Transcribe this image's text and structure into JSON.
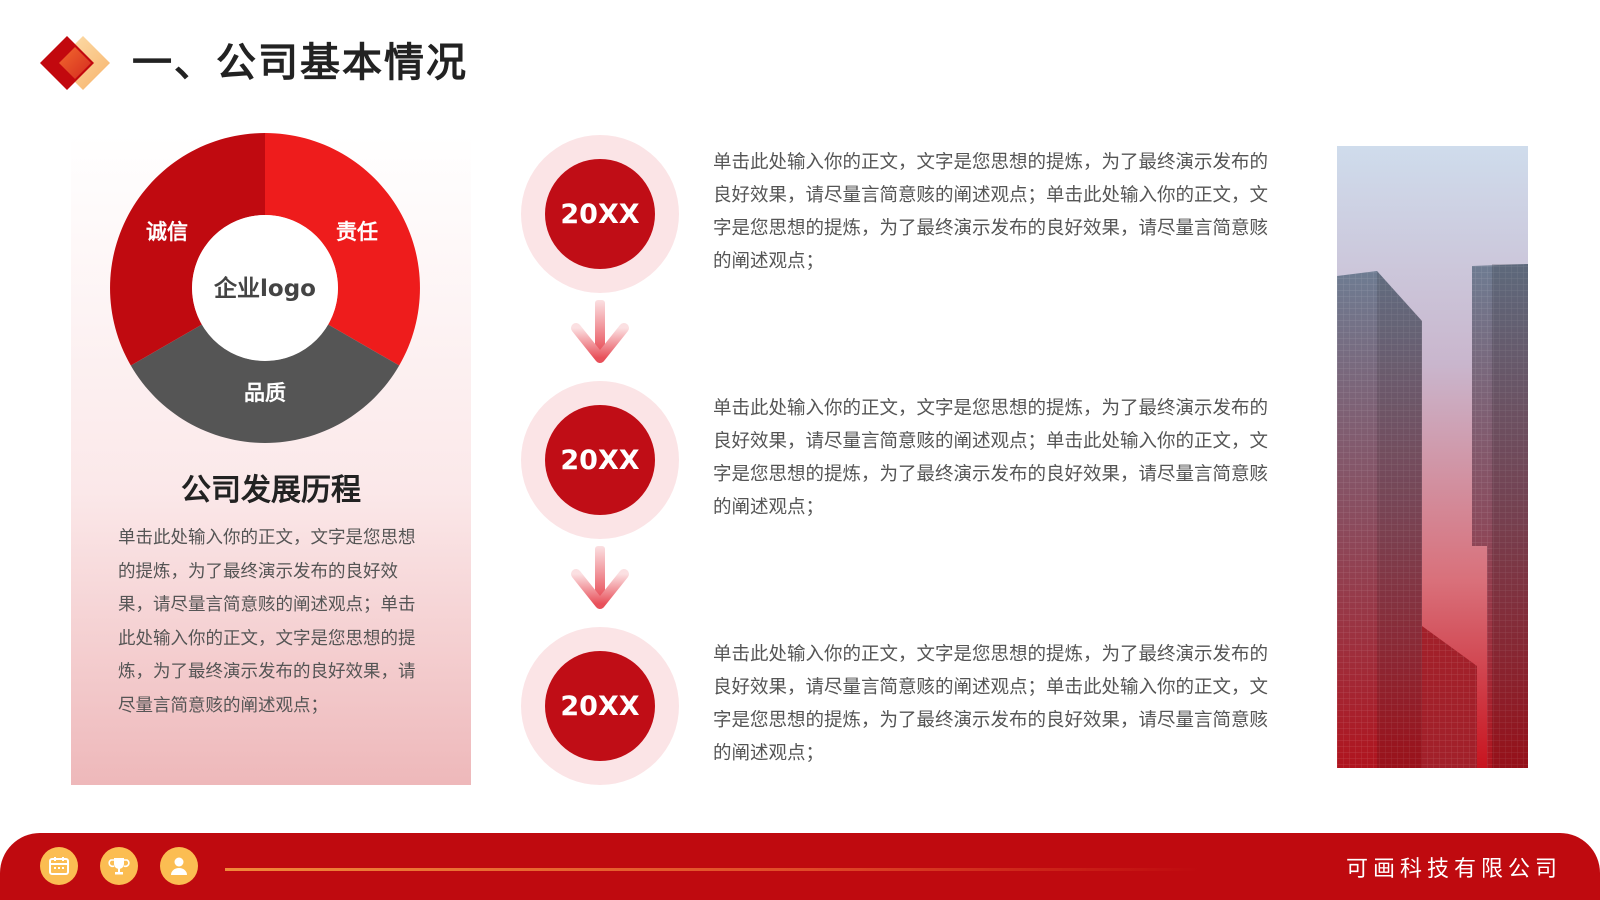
{
  "header": {
    "title": "一、公司基本情况"
  },
  "donut": {
    "center_label": "企业logo",
    "segments": [
      {
        "label": "责任",
        "color": "#ee1c1c"
      },
      {
        "label": "品质",
        "color": "#555555"
      },
      {
        "label": "诚信",
        "color": "#c00a10"
      }
    ]
  },
  "history": {
    "title": "公司发展历程",
    "body": "单击此处输入你的正文，文字是您思想的提炼，为了最终演示发布的良好效果，请尽量言简意赅的阐述观点；单击此处输入你的正文，文字是您思想的提炼，为了最终演示发布的良好效果，请尽量言简意赅的阐述观点；"
  },
  "timeline": [
    {
      "year": "20XX",
      "text": "单击此处输入你的正文，文字是您思想的提炼，为了最终演示发布的良好效果，请尽量言简意赅的阐述观点；单击此处输入你的正文，文字是您思想的提炼，为了最终演示发布的良好效果，请尽量言简意赅的阐述观点；"
    },
    {
      "year": "20XX",
      "text": "单击此处输入你的正文，文字是您思想的提炼，为了最终演示发布的良好效果，请尽量言简意赅的阐述观点；单击此处输入你的正文，文字是您思想的提炼，为了最终演示发布的良好效果，请尽量言简意赅的阐述观点；"
    },
    {
      "year": "20XX",
      "text": "单击此处输入你的正文，文字是您思想的提炼，为了最终演示发布的良好效果，请尽量言简意赅的阐述观点；单击此处输入你的正文，文字是您思想的提炼，为了最终演示发布的良好效果，请尽量言简意赅的阐述观点；"
    }
  ],
  "footer": {
    "company": "可画科技有限公司",
    "icons": [
      "calendar-icon",
      "trophy-icon",
      "user-icon"
    ]
  },
  "colors": {
    "brand_red": "#c00d16",
    "accent_yellow": "#fbbd52"
  }
}
